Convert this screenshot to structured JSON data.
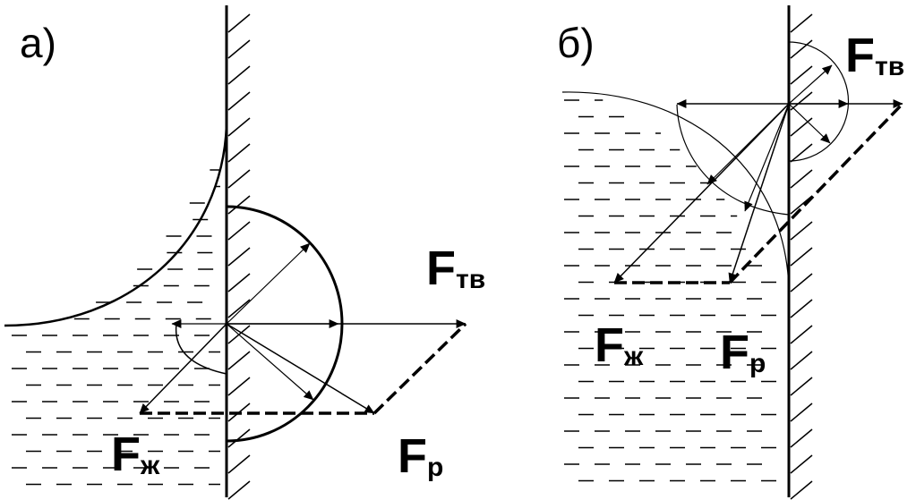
{
  "panels": [
    {
      "id": "a",
      "label": "а)",
      "forces": {
        "solid": {
          "main": "F",
          "sub": "тв"
        },
        "liquid": {
          "main": "F",
          "sub": "ж"
        },
        "resultant": {
          "main": "F",
          "sub": "р"
        }
      }
    },
    {
      "id": "b",
      "label": "б)",
      "forces": {
        "solid": {
          "main": "F",
          "sub": "тв"
        },
        "liquid": {
          "main": "F",
          "sub": "ж"
        },
        "resultant": {
          "main": "F",
          "sub": "р"
        }
      }
    }
  ]
}
